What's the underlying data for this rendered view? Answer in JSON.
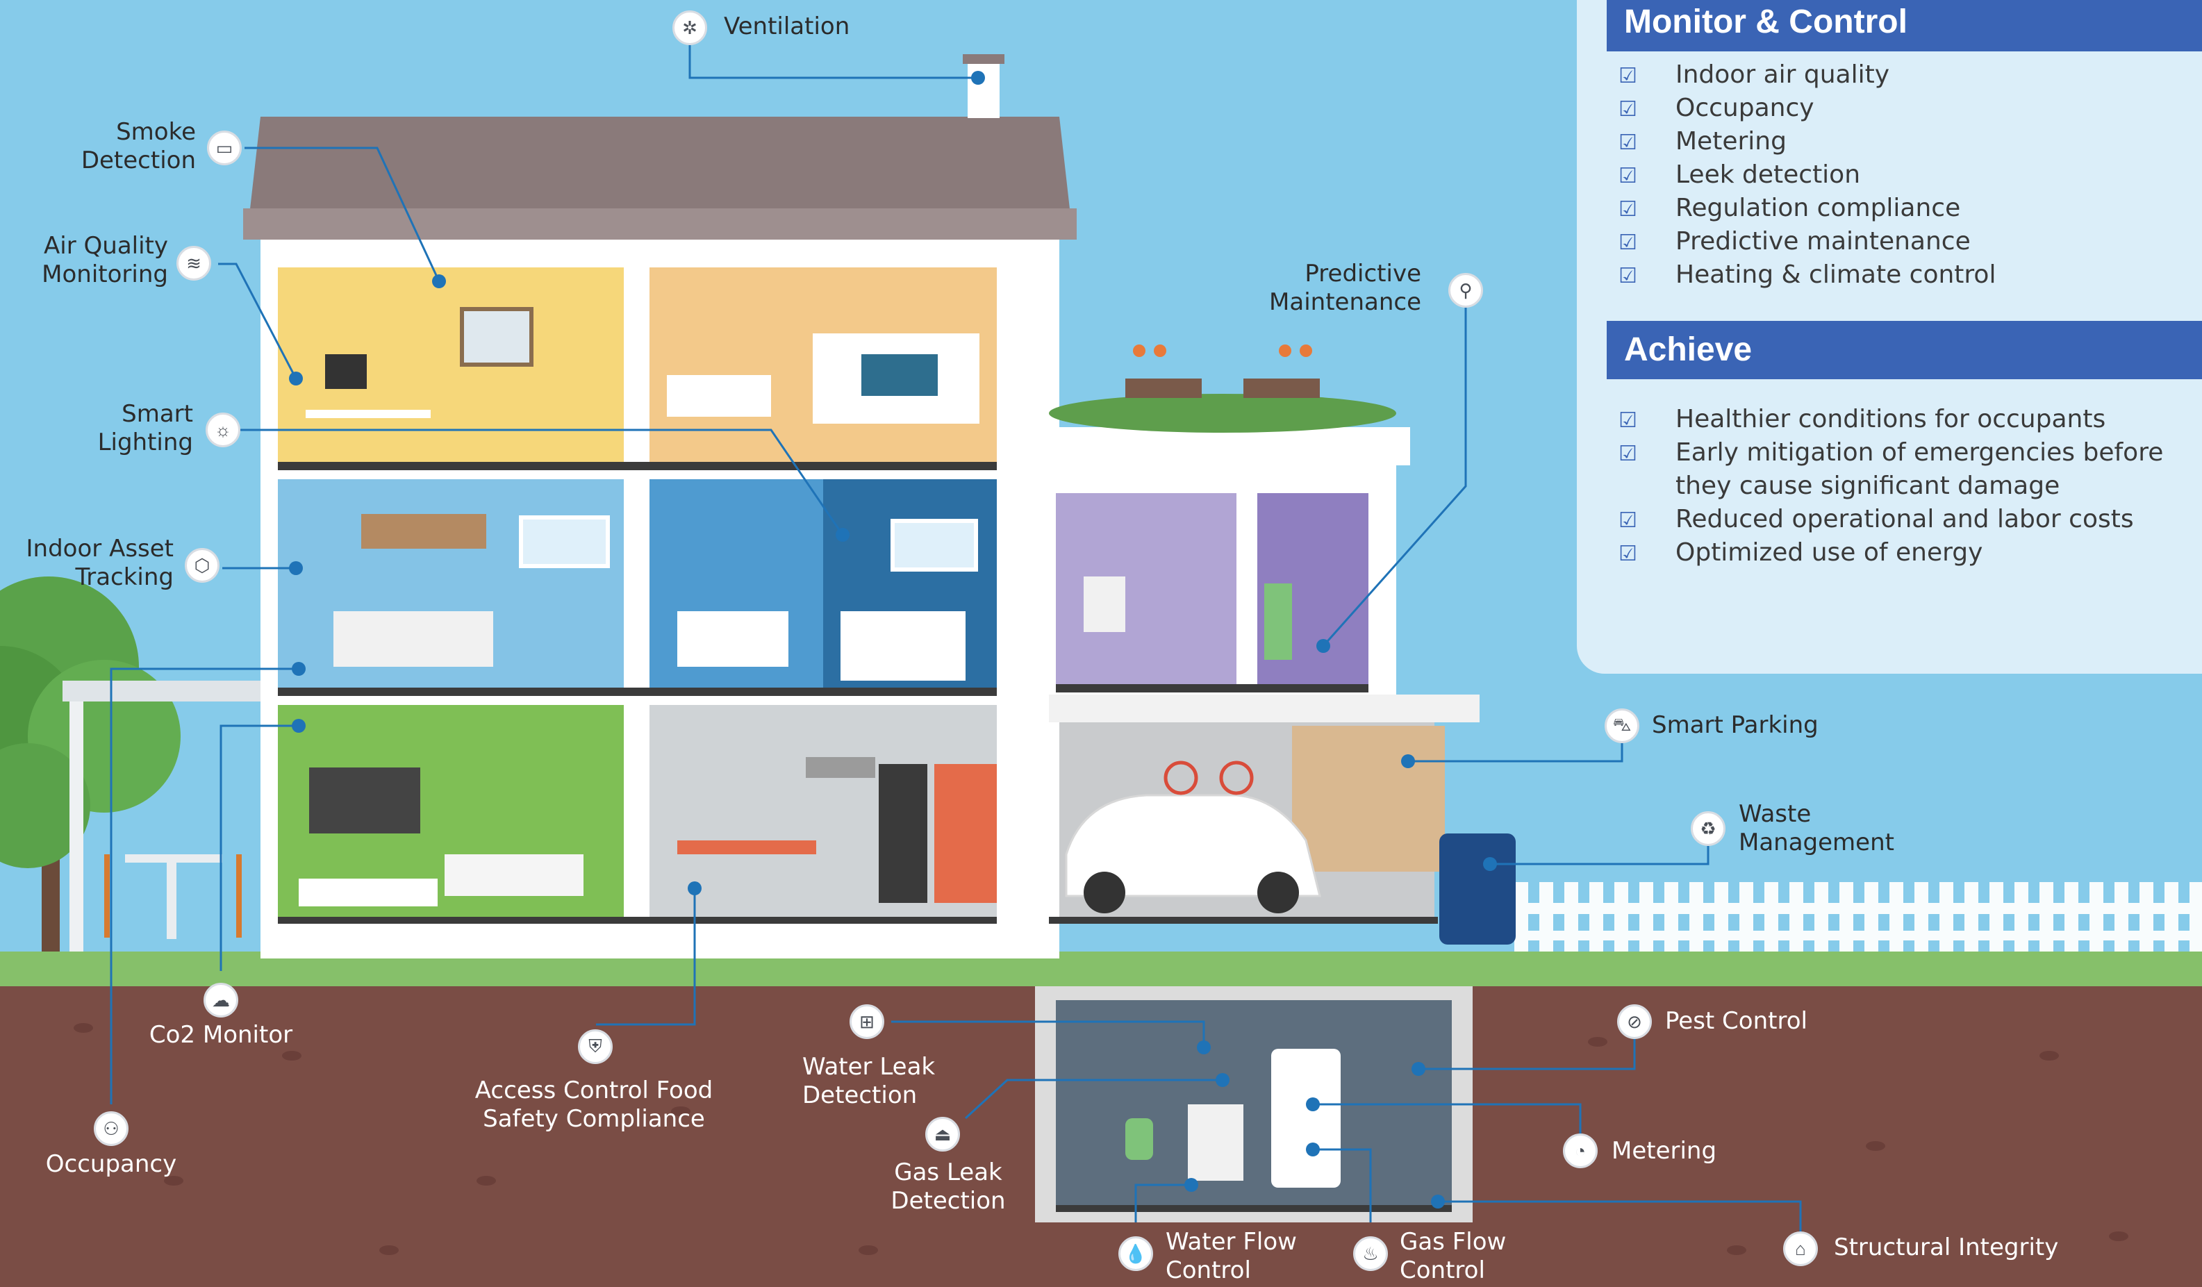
{
  "monitor_control": {
    "title": "Monitor & Control",
    "items": [
      "Indoor air quality",
      "Occupancy",
      "Metering",
      "Leek detection",
      "Regulation compliance",
      "Predictive maintenance",
      "Heating & climate control"
    ]
  },
  "achieve": {
    "title": "Achieve",
    "items": [
      "Healthier conditions for occupants",
      "Early mitigation of emergencies before they cause significant damage",
      "Reduced operational and labor costs",
      "Optimized use of energy"
    ]
  },
  "labels": {
    "ventilation": "Ventilation",
    "smoke_detection": [
      "Smoke",
      "Detection"
    ],
    "air_quality": [
      "Air Quality",
      "Monitoring"
    ],
    "smart_lighting": [
      "Smart",
      "Lighting"
    ],
    "indoor_asset": [
      "Indoor Asset",
      "Tracking"
    ],
    "predictive_maintenance": [
      "Predictive",
      "Maintenance"
    ],
    "smart_parking": "Smart Parking",
    "waste_management": [
      "Waste",
      "Management"
    ],
    "co2_monitor": "Co2 Monitor",
    "occupancy": "Occupancy",
    "access_control": [
      "Access Control Food",
      "Safety Compliance"
    ],
    "water_leak": [
      "Water Leak",
      "Detection"
    ],
    "gas_leak": [
      "Gas Leak",
      "Detection"
    ],
    "pest_control": "Pest Control",
    "metering": "Metering",
    "water_flow": [
      "Water Flow",
      "Control"
    ],
    "gas_flow": [
      "Gas Flow",
      "Control"
    ],
    "structural_integrity": "Structural Integrity"
  },
  "icons": {
    "ventilation": "fan-icon",
    "smoke_detection": "smoke-detector-icon",
    "air_quality": "wind-icon",
    "smart_lighting": "sun-icon",
    "indoor_asset": "box-icon",
    "predictive_maintenance": "wrench-icon",
    "smart_parking": "car-icon",
    "waste_management": "recycle-icon",
    "co2_monitor": "cloud-icon",
    "occupancy": "people-icon",
    "access_control": "shield-icon",
    "water_leak": "pipe-icon",
    "gas_leak": "gas-icon",
    "pest_control": "bug-icon",
    "metering": "gauge-icon",
    "water_flow": "droplet-icon",
    "gas_flow": "flame-icon",
    "structural_integrity": "building-icon"
  },
  "colors": {
    "sky": "#86cbea",
    "soil": "#7a4d45",
    "grass": "#86c06a",
    "accent_blue": "#3a64b5",
    "connector": "#1f73b7",
    "panel_bg": "#dbeef9"
  }
}
